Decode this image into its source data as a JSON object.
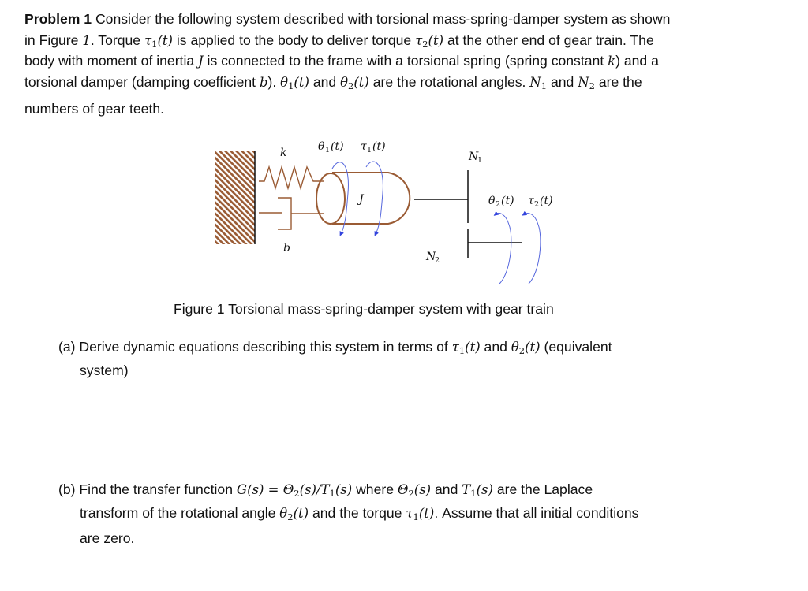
{
  "problem": {
    "lines": [
      [
        [
          "Problem 1",
          "b"
        ],
        [
          " Consider the following system described with torsional mass-spring-damper system as shown",
          ""
        ]
      ],
      [
        [
          "in Figure ",
          ""
        ],
        [
          "1",
          "i"
        ],
        [
          ". Torque ",
          ""
        ],
        [
          "τ",
          "i"
        ],
        [
          "1",
          "sub"
        ],
        [
          "(t)",
          "i"
        ],
        [
          " is applied to the body to deliver torque ",
          ""
        ],
        [
          "τ",
          "i"
        ],
        [
          "2",
          "sub"
        ],
        [
          "(t)",
          "i"
        ],
        [
          " at the other end of gear train. The",
          ""
        ]
      ],
      [
        [
          "body with moment of inertia ",
          ""
        ],
        [
          "J",
          "i"
        ],
        [
          " is connected to the frame with a torsional spring (spring constant ",
          ""
        ],
        [
          "k",
          "i"
        ],
        [
          ") and a",
          ""
        ]
      ],
      [
        [
          "torsional damper (damping coefficient ",
          ""
        ],
        [
          "b",
          "i"
        ],
        [
          "). ",
          ""
        ],
        [
          "θ",
          "i"
        ],
        [
          "1",
          "sub"
        ],
        [
          "(t)",
          "i"
        ],
        [
          " and ",
          ""
        ],
        [
          "θ",
          "i"
        ],
        [
          "2",
          "sub"
        ],
        [
          "(t)",
          "i"
        ],
        [
          " are the rotational angles. ",
          ""
        ],
        [
          "N",
          "i"
        ],
        [
          "1",
          "sub"
        ],
        [
          " and ",
          ""
        ],
        [
          "N",
          "i"
        ],
        [
          "2",
          "sub"
        ],
        [
          " are the",
          ""
        ]
      ],
      [
        [
          "numbers of gear teeth.",
          ""
        ]
      ]
    ]
  },
  "figure": {
    "labels": {
      "k": "k",
      "b": "b",
      "J": "J",
      "theta1": "θ",
      "tau1": "τ",
      "theta2": "θ",
      "tau2": "τ",
      "N1": "N",
      "N2": "N",
      "sub1": "1",
      "sub2": "2",
      "t": "(t)"
    },
    "caption": "Figure 1 Torsional mass-spring-damper system with gear train",
    "colors": {
      "body": "#9a5b34",
      "arrow": "#3344dd",
      "line": "#111111"
    }
  },
  "part_a": {
    "lines": [
      [
        [
          "(a) Derive dynamic equations describing this system in terms of ",
          ""
        ],
        [
          "τ",
          "i"
        ],
        [
          "1",
          "sub"
        ],
        [
          "(t)",
          "i"
        ],
        [
          " and ",
          ""
        ],
        [
          "θ",
          "i"
        ],
        [
          "2",
          "sub"
        ],
        [
          "(t)",
          "i"
        ],
        [
          " (equivalent",
          ""
        ]
      ],
      [
        [
          "system)",
          ""
        ]
      ]
    ]
  },
  "part_b": {
    "lines": [
      [
        [
          "(b) Find the transfer function ",
          ""
        ],
        [
          "G(s) = Θ",
          "i"
        ],
        [
          "2",
          "sub"
        ],
        [
          "(s)/T",
          "i"
        ],
        [
          "1",
          "sub"
        ],
        [
          "(s)",
          "i"
        ],
        [
          " where ",
          ""
        ],
        [
          "Θ",
          "i"
        ],
        [
          "2",
          "sub"
        ],
        [
          "(s)",
          "i"
        ],
        [
          " and ",
          ""
        ],
        [
          "T",
          "i"
        ],
        [
          "1",
          "sub"
        ],
        [
          "(s)",
          "i"
        ],
        [
          " are the Laplace",
          ""
        ]
      ],
      [
        [
          "transform of the rotational angle ",
          ""
        ],
        [
          "θ",
          "i"
        ],
        [
          "2",
          "sub"
        ],
        [
          "(t)",
          "i"
        ],
        [
          " and the torque ",
          ""
        ],
        [
          "τ",
          "i"
        ],
        [
          "1",
          "sub"
        ],
        [
          "(t)",
          "i"
        ],
        [
          ". Assume that all initial conditions",
          ""
        ]
      ],
      [
        [
          "are zero.",
          ""
        ]
      ]
    ]
  }
}
